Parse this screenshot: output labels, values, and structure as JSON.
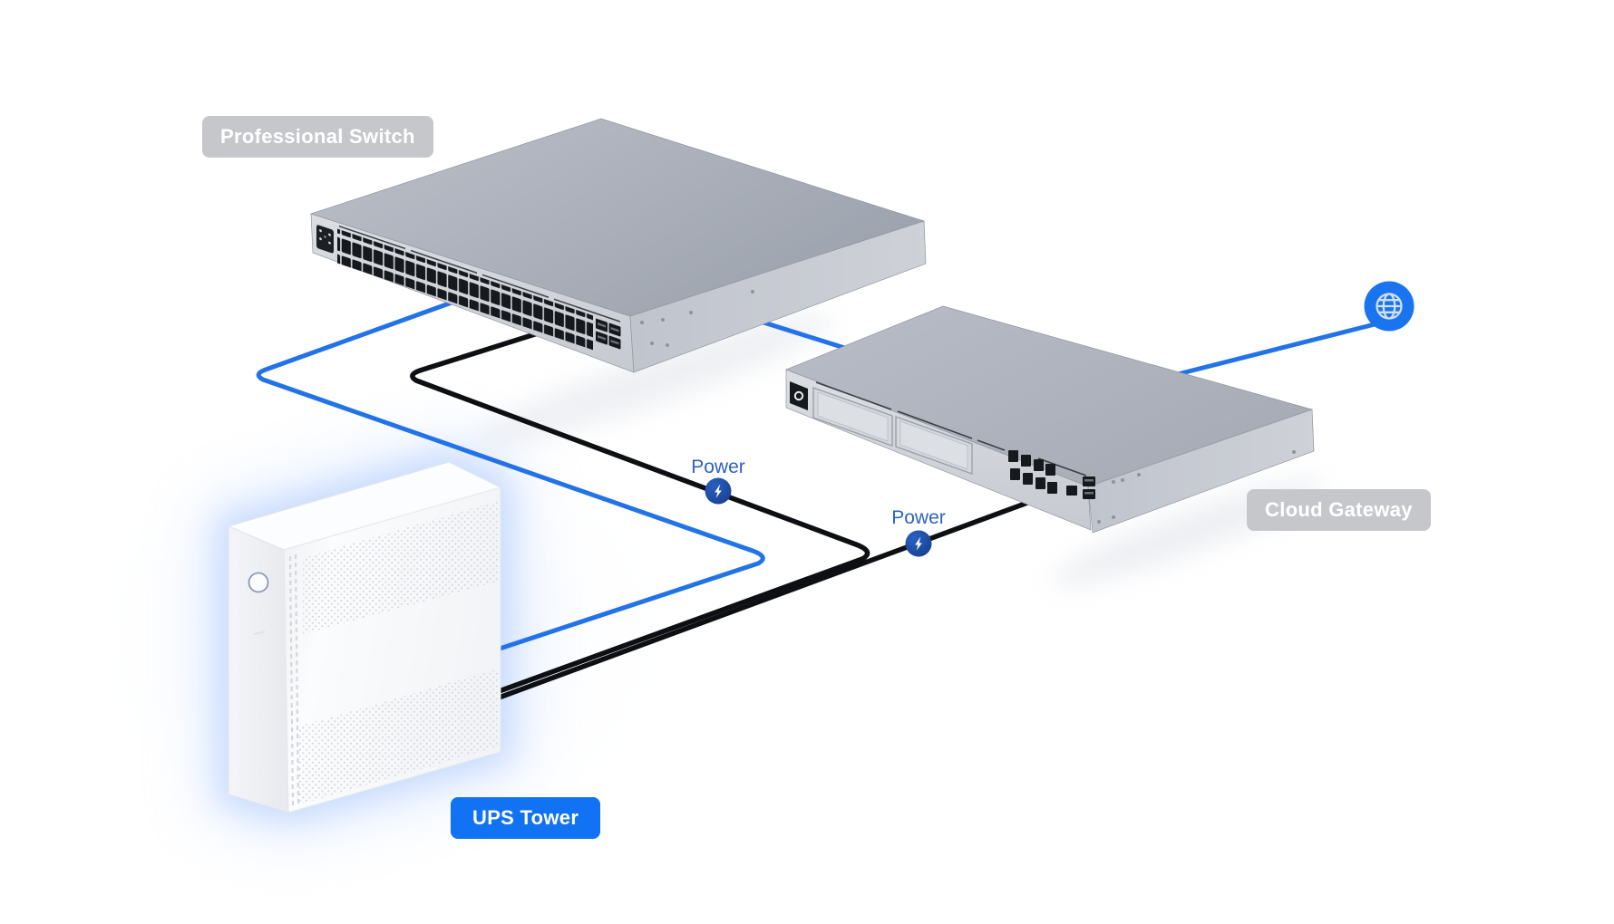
{
  "diagram": {
    "labels": {
      "switch": "Professional Switch",
      "gateway": "Cloud Gateway",
      "ups": "UPS Tower"
    },
    "power_labels": {
      "first": "Power",
      "second": "Power"
    },
    "nodes": [
      {
        "id": "professional-switch",
        "label": "Professional Switch",
        "kind": "48-port rack switch"
      },
      {
        "id": "cloud-gateway",
        "label": "Cloud Gateway",
        "kind": "1U rack gateway"
      },
      {
        "id": "ups-tower",
        "label": "UPS Tower",
        "kind": "tower UPS",
        "highlighted": true
      },
      {
        "id": "internet",
        "kind": "internet",
        "icon": "globe-icon"
      }
    ],
    "connections": [
      {
        "from": "professional-switch",
        "to": "ups-tower",
        "type": "network"
      },
      {
        "from": "professional-switch",
        "to": "cloud-gateway",
        "type": "network"
      },
      {
        "from": "cloud-gateway",
        "to": "internet",
        "type": "network"
      },
      {
        "from": "ups-tower",
        "to": "professional-switch",
        "type": "power",
        "label": "Power",
        "badge_icon": "lightning-bolt-icon"
      },
      {
        "from": "ups-tower",
        "to": "cloud-gateway",
        "type": "power",
        "label": "Power",
        "badge_icon": "lightning-bolt-icon"
      }
    ],
    "colors": {
      "network_line": "#2273e8",
      "power_line": "#0d0f13",
      "power_text": "#2c62c6",
      "power_badge_dark": "#143e8d",
      "power_badge_light": "#2b5fc2",
      "ups_label_bg": "#1173f3",
      "device_label_bg": "#c5c7cb",
      "label_text": "#ffffff",
      "globe_bg": "#1a74f0",
      "ups_glow": "#a7c6ff"
    }
  }
}
